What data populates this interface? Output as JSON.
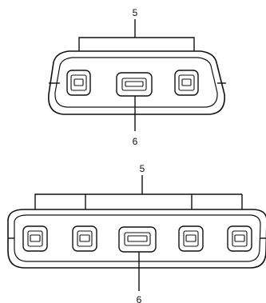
{
  "top_diagram": {
    "top_label": "5",
    "bottom_label": "6"
  },
  "bottom_diagram": {
    "top_label": "5",
    "bottom_label": "6"
  }
}
